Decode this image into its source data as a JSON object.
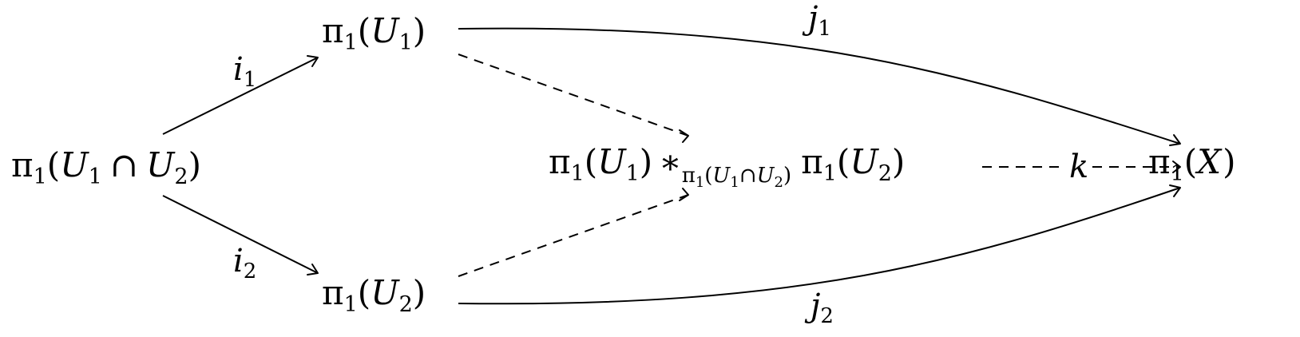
{
  "nodes": {
    "cap": {
      "fn": "π",
      "fn_sub": "1",
      "open": "(",
      "a": "U",
      "a_sub": "1",
      "op": "∩",
      "b": "U",
      "b_sub": "2",
      "close": ")"
    },
    "u1": {
      "fn": "π",
      "fn_sub": "1",
      "open": "(",
      "a": "U",
      "a_sub": "1",
      "close": ")"
    },
    "u2": {
      "fn": "π",
      "fn_sub": "1",
      "open": "(",
      "a": "U",
      "a_sub": "2",
      "close": ")"
    },
    "amalgam": {
      "left_fn": "π",
      "left_fn_sub": "1",
      "left_open": "(",
      "left_a": "U",
      "left_a_sub": "1",
      "left_close": ")",
      "star": "∗",
      "sub_fn": "π",
      "sub_fn_sub": "1",
      "sub_open": "(",
      "sub_a": "U",
      "sub_a_sub": "1",
      "sub_op": "∩",
      "sub_b": "U",
      "sub_b_sub": "2",
      "sub_close": ")",
      "right_fn": "π",
      "right_fn_sub": "1",
      "right_open": "(",
      "right_a": "U",
      "right_a_sub": "2",
      "right_close": ")"
    },
    "x": {
      "fn": "π",
      "fn_sub": "1",
      "open": "(",
      "a": "X",
      "close": ")"
    }
  },
  "edges": {
    "i1": {
      "letter": "i",
      "sub": "1",
      "style": "solid"
    },
    "i2": {
      "letter": "i",
      "sub": "2",
      "style": "solid"
    },
    "j1": {
      "letter": "j",
      "sub": "1",
      "style": "solid"
    },
    "j2": {
      "letter": "j",
      "sub": "2",
      "style": "solid"
    },
    "k": {
      "letter": "k",
      "style": "dashed"
    },
    "u1_to_amalgam": {
      "style": "dashed"
    },
    "u2_to_amalgam": {
      "style": "dashed"
    }
  },
  "colors": {
    "stroke": "#000000",
    "background": "#ffffff"
  }
}
